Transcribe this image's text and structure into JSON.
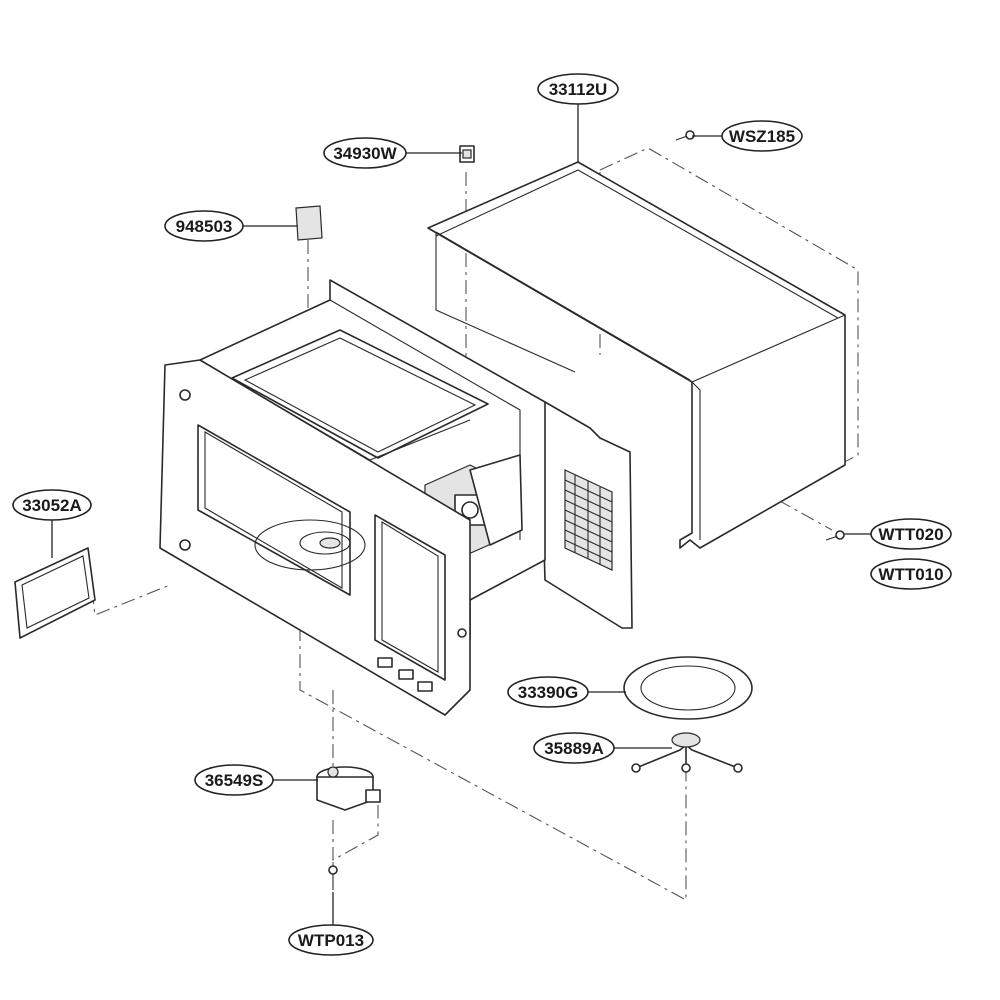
{
  "callouts": {
    "cabinet": "33112U",
    "screw_top": "WSZ185",
    "latch": "34930W",
    "cover_plate": "948503",
    "waveguide_cover": "33052A",
    "screw_back_1": "WTT020",
    "screw_back_2": "WTT010",
    "glass_tray": "33390G",
    "roller_ring": "35889A",
    "motor": "36549S",
    "screw_bottom": "WTP013"
  }
}
